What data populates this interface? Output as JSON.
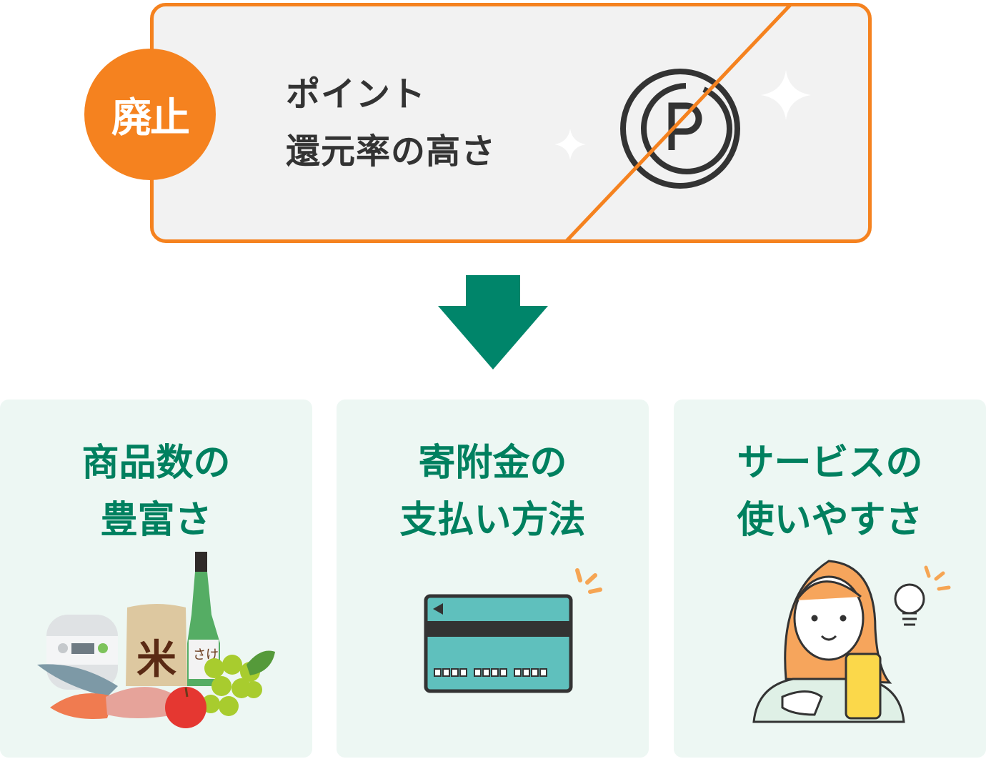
{
  "badge": {
    "label": "廃止",
    "color": "#F5821F"
  },
  "top_card": {
    "line1": "ポイント",
    "line2": "還元率の高さ",
    "icon": "point-coin-icon",
    "struck": true
  },
  "arrow": {
    "icon": "arrow-down-icon",
    "color": "#00856A"
  },
  "panels": [
    {
      "line1": "商品数の",
      "line2": "豊富さ",
      "illustration": "groceries",
      "labels": {
        "rice": "米",
        "sake": "さけ"
      }
    },
    {
      "line1": "寄附金の",
      "line2": "支払い方法",
      "illustration": "credit-card"
    },
    {
      "line1": "サービスの",
      "line2": "使いやすさ",
      "illustration": "woman-with-smartphone"
    }
  ],
  "colors": {
    "accent": "#F5821F",
    "green": "#00805F",
    "panel_bg": "#EDF7F3"
  }
}
